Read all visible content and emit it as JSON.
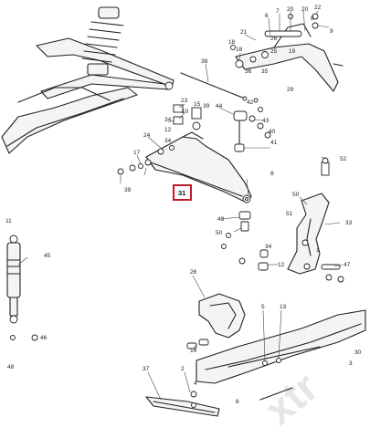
{
  "diagram": {
    "highlighted_callout": "31",
    "watermark": "xtr",
    "callouts": [
      "6",
      "7",
      "20",
      "22",
      "21",
      "8",
      "9",
      "20",
      "18",
      "38",
      "35",
      "36",
      "25",
      "26",
      "19",
      "18",
      "29",
      "23",
      "15",
      "10",
      "39",
      "44",
      "42",
      "43",
      "40",
      "41",
      "34",
      "12",
      "34",
      "24",
      "17",
      "8",
      "39",
      "52",
      "50",
      "1",
      "33",
      "51",
      "49",
      "50",
      "34",
      "47",
      "12",
      "45",
      "46",
      "11",
      "26",
      "30",
      "3",
      "14",
      "13",
      "5",
      "48",
      "37",
      "2",
      "4",
      "8"
    ]
  }
}
